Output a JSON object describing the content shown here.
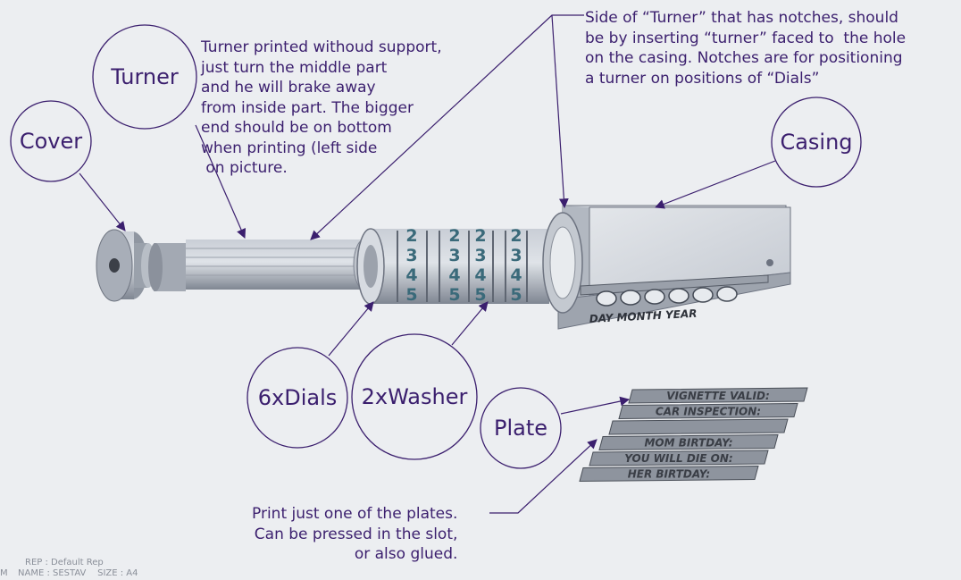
{
  "title_block": {
    "rep": "REP : Default Rep",
    "name_size": "NAME : SESTAV    SIZE : A4",
    "left_char": "M"
  },
  "notes": {
    "turner": "Turner printed withoud support,\njust turn the middle part\nand he will brake away\nfrom inside part. The bigger\nend should be on bottom\nwhen printing (left side\n on picture.",
    "notches": "Side of “Turner” that has notches, should\nbe by inserting “turner” faced to  the hole\non the casing. Notches are for positioning\na turner on positions of “Dials”",
    "plate": "Print just one of the plates.\nCan be pressed in the slot,\n     or also glued."
  },
  "labels": {
    "cover": "Cover",
    "turner": "Turner",
    "casing": "Casing",
    "dials": "6xDials",
    "washer": "2xWasher",
    "plate": "Plate"
  },
  "casing_text": "DAY  MONTH  YEAR",
  "dial_digits": [
    "2",
    "3",
    "4",
    "5"
  ],
  "plates": [
    "VIGNETTE VALID:",
    "CAR INSPECTION:",
    "",
    "MOM BIRTDAY:",
    "YOU WILL DIE ON:",
    "HER BIRTDAY:"
  ],
  "colors": {
    "background": "#eceef1",
    "annotation": "#3b1f6e",
    "part_gray": "#b7bdc6",
    "part_dark": "#8c939e",
    "digit": "#3a6a7a"
  }
}
